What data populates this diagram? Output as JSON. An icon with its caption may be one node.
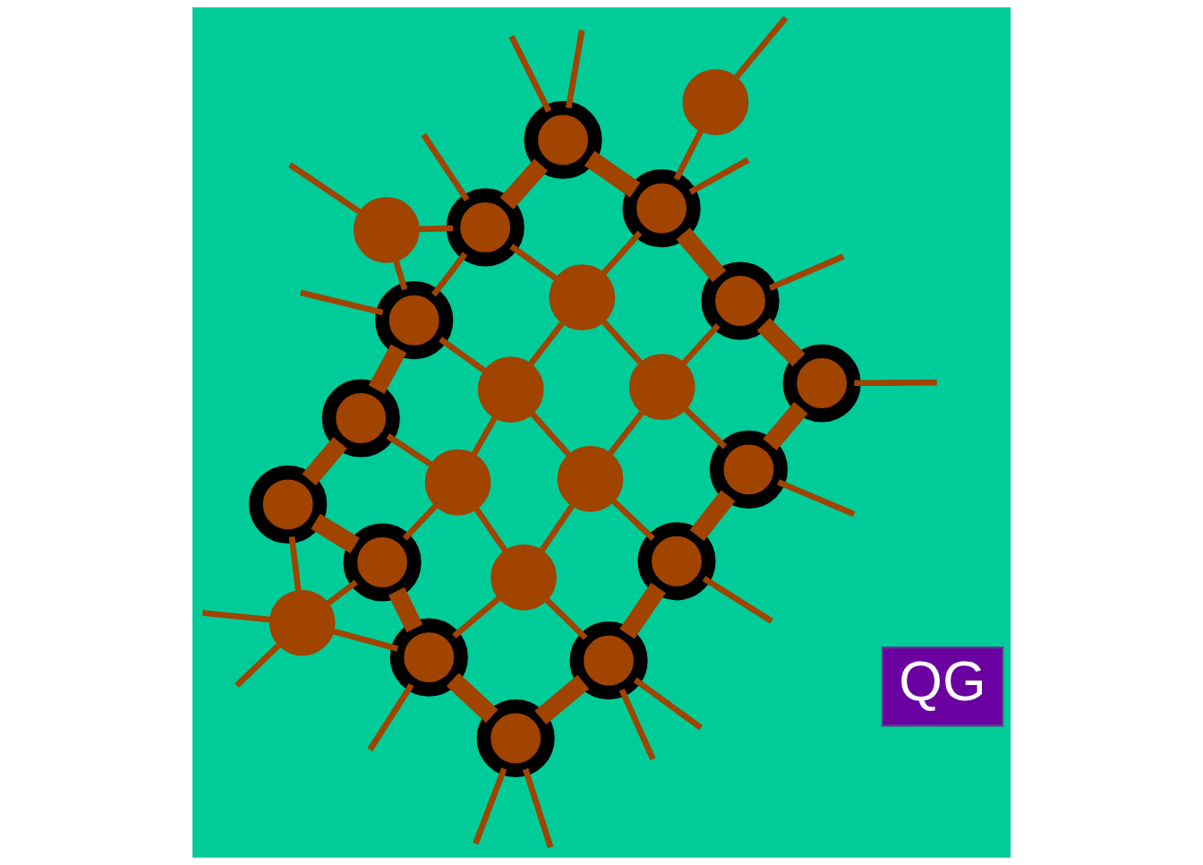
{
  "diagram": {
    "nodes": [
      {
        "text": [],
        "shape": "circle"
      },
      {
        "text": [],
        "shape": "circle"
      },
      {
        "text": [],
        "shape": "circle"
      },
      {
        "text": [],
        "shape": "circle"
      },
      {
        "text": [],
        "shape": "circle"
      },
      {
        "text": [],
        "shape": "circle"
      },
      {
        "text": [],
        "shape": "circle"
      },
      {
        "text": [],
        "shape": "circle"
      },
      {
        "text": [],
        "shape": "circle"
      },
      {
        "text": [],
        "shape": "circle"
      },
      {
        "text": [],
        "shape": "circle"
      },
      {
        "text": [],
        "shape": "circle"
      },
      {
        "text": [],
        "shape": "circle"
      },
      {
        "text": [],
        "shape": "circle"
      },
      {
        "text": [],
        "shape": "circle"
      },
      {
        "text": [],
        "shape": "circle"
      },
      {
        "text": [],
        "shape": "circle"
      },
      {
        "text": [],
        "shape": "circle"
      },
      {
        "text": [
          "QG"
        ]
      },
      {
        "text": [],
        "shape": "circle"
      },
      {
        "text": [],
        "shape": "circle"
      },
      {
        "text": [],
        "shape": "circle"
      },
      {
        "text": [],
        "shape": "circle"
      },
      {
        "text": [],
        "shape": "circle"
      }
    ],
    "edges": [
      {
        "from": 0,
        "to": 7,
        "arrow": "none"
      },
      {
        "from": 7,
        "to": 3,
        "arrow": "none",
        "style": "thick"
      },
      {
        "from": 3,
        "to": 1,
        "arrow": "none",
        "style": "thick"
      },
      {
        "from": 1,
        "to": 2,
        "arrow": "none",
        "style": "thick"
      },
      {
        "from": 2,
        "to": 6,
        "arrow": "none",
        "style": "thick"
      },
      {
        "from": 6,
        "to": 5,
        "arrow": "none",
        "style": "thick"
      },
      {
        "from": 5,
        "to": 4,
        "arrow": "none",
        "style": "thick"
      },
      {
        "from": 7,
        "to": 11,
        "arrow": "none",
        "style": "thick"
      },
      {
        "from": 3,
        "to": 8,
        "arrow": "none"
      },
      {
        "from": 2,
        "to": 8,
        "arrow": "none"
      },
      {
        "from": 8,
        "to": 10,
        "arrow": "none"
      },
      {
        "from": 6,
        "to": 10,
        "arrow": "none"
      },
      {
        "from": 10,
        "to": 9,
        "arrow": "none"
      },
      {
        "from": 5,
        "to": 9,
        "arrow": "none"
      },
      {
        "from": 9,
        "to": 12,
        "arrow": "none"
      },
      {
        "from": 4,
        "to": 12,
        "arrow": "none",
        "style": "thick"
      },
      {
        "from": 7,
        "to": 13,
        "arrow": "none"
      },
      {
        "from": 8,
        "to": 13,
        "arrow": "none"
      },
      {
        "from": 11,
        "to": 17,
        "arrow": "none",
        "style": "thick"
      },
      {
        "from": 13,
        "to": 17,
        "arrow": "none"
      },
      {
        "from": 13,
        "to": 15,
        "arrow": "none"
      },
      {
        "from": 10,
        "to": 15,
        "arrow": "none"
      },
      {
        "from": 15,
        "to": 14,
        "arrow": "none"
      },
      {
        "from": 9,
        "to": 14,
        "arrow": "none"
      },
      {
        "from": 15,
        "to": 21,
        "arrow": "none"
      },
      {
        "from": 14,
        "to": 20,
        "arrow": "none"
      },
      {
        "from": 14,
        "to": 16,
        "arrow": "none"
      },
      {
        "from": 12,
        "to": 16,
        "arrow": "none",
        "style": "thick"
      },
      {
        "from": 16,
        "to": 19,
        "arrow": "none"
      },
      {
        "from": 12,
        "to": 19,
        "arrow": "none"
      },
      {
        "from": 16,
        "to": 23,
        "arrow": "none",
        "style": "thick"
      },
      {
        "from": 19,
        "to": 23,
        "arrow": "none"
      },
      {
        "from": 21,
        "to": 20,
        "arrow": "none",
        "style": "thick"
      },
      {
        "from": 20,
        "to": 23,
        "arrow": "none",
        "style": "thick"
      },
      {
        "from": 17,
        "to": 21,
        "arrow": "none"
      },
      {
        "from": 22,
        "to": 21,
        "arrow": "none"
      },
      {
        "from": 17,
        "to": 22,
        "arrow": "none"
      },
      {
        "from": null,
        "to": 0,
        "arrow": "none"
      },
      {
        "from": null,
        "to": 7,
        "arrow": "none"
      },
      {
        "from": null,
        "to": 3,
        "arrow": "none"
      },
      {
        "from": null,
        "to": 1,
        "arrow": "none"
      },
      {
        "from": null,
        "to": 2,
        "arrow": "none"
      },
      {
        "from": null,
        "to": 6,
        "arrow": "none"
      },
      {
        "from": null,
        "to": 5,
        "arrow": "none"
      },
      {
        "from": null,
        "to": 5,
        "arrow": "none"
      },
      {
        "from": null,
        "to": 4,
        "arrow": "none"
      },
      {
        "from": null,
        "to": 4,
        "arrow": "none"
      },
      {
        "from": null,
        "to": 11,
        "arrow": "none"
      },
      {
        "from": null,
        "to": 11,
        "arrow": "none"
      },
      {
        "from": null,
        "to": 17,
        "arrow": "none"
      },
      {
        "from": null,
        "to": 22,
        "arrow": "none"
      },
      {
        "from": null,
        "to": 21,
        "arrow": "none"
      },
      {
        "from": null,
        "to": 12,
        "arrow": "none"
      },
      {
        "from": null,
        "to": 19,
        "arrow": "none"
      },
      {
        "from": null,
        "to": 19,
        "arrow": "none"
      }
    ]
  }
}
